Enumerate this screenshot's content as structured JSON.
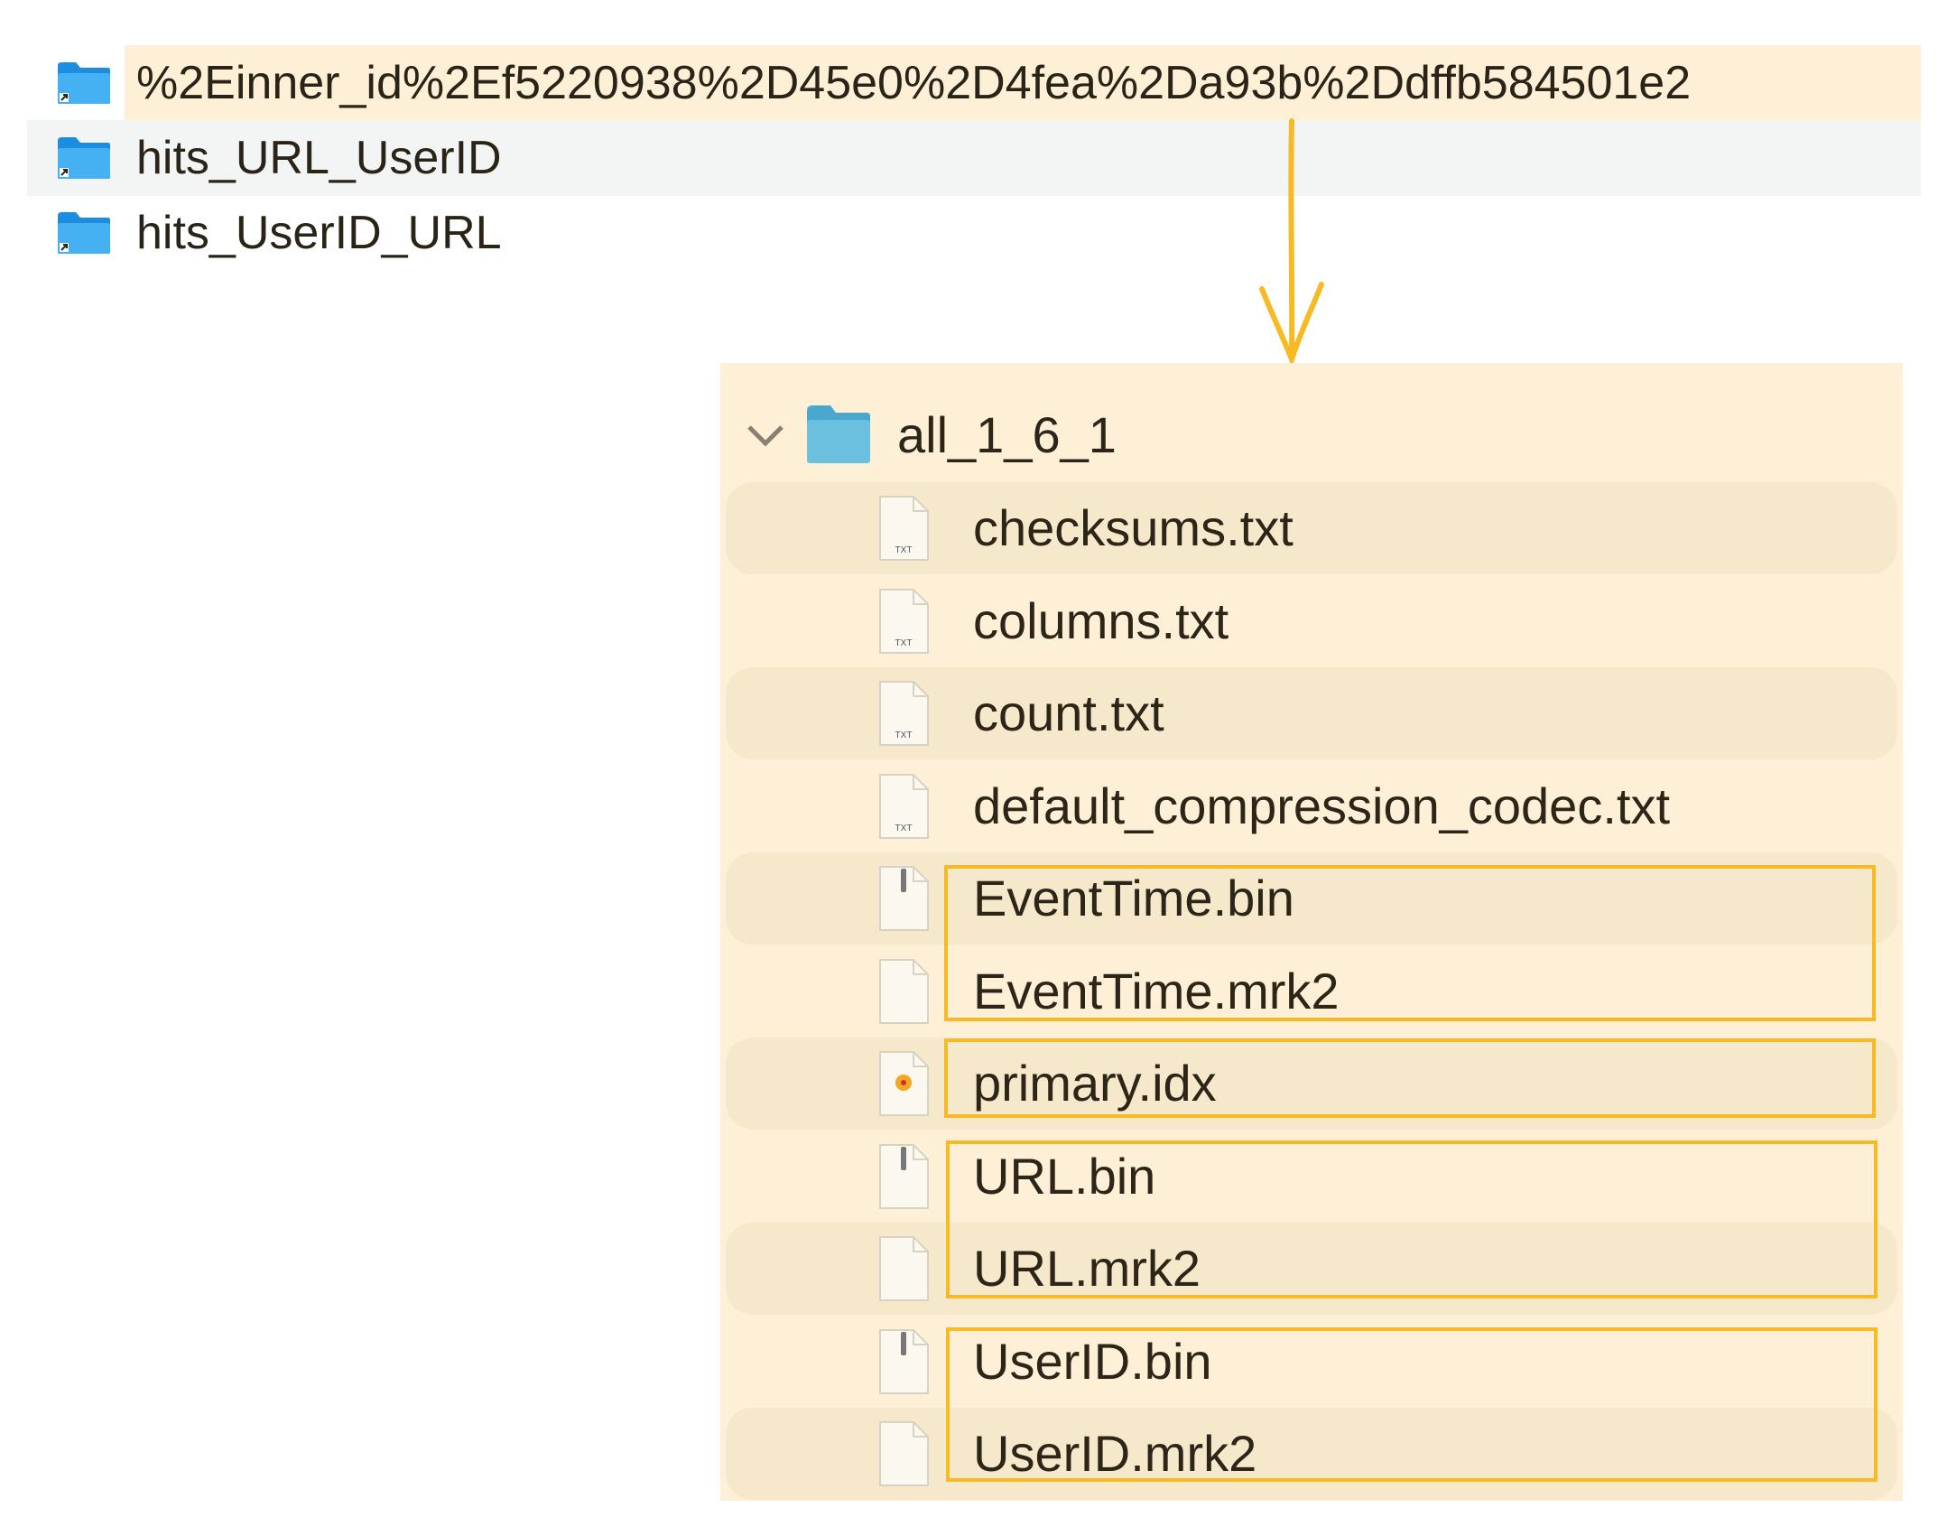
{
  "top_folders": [
    {
      "name": "%2Einner_id%2Ef5220938%2D45e0%2D4fea%2Da93b%2Ddffb584501e2",
      "icon": "folder-alias-icon",
      "highlight": "#fdf0d6"
    },
    {
      "name": "hits_URL_UserID",
      "icon": "folder-alias-icon",
      "highlight": "#f3f4f4"
    },
    {
      "name": "hits_UserID_URL",
      "icon": "folder-alias-icon"
    }
  ],
  "expanded_folder": {
    "name": "all_1_6_1",
    "icon": "folder-icon",
    "expanded": true
  },
  "files": [
    {
      "name": "checksums.txt",
      "icon": "txt-file-icon"
    },
    {
      "name": "columns.txt",
      "icon": "txt-file-icon"
    },
    {
      "name": "count.txt",
      "icon": "txt-file-icon"
    },
    {
      "name": "default_compression_codec.txt",
      "icon": "txt-file-icon"
    },
    {
      "name": "EventTime.bin",
      "icon": "binary-file-icon"
    },
    {
      "name": "EventTime.mrk2",
      "icon": "blank-file-icon"
    },
    {
      "name": "primary.idx",
      "icon": "index-file-icon"
    },
    {
      "name": "URL.bin",
      "icon": "binary-file-icon"
    },
    {
      "name": "URL.mrk2",
      "icon": "blank-file-icon"
    },
    {
      "name": "UserID.bin",
      "icon": "binary-file-icon"
    },
    {
      "name": "UserID.mrk2",
      "icon": "blank-file-icon"
    }
  ],
  "colors": {
    "accent": "#f7b924",
    "panel": "#fdf0d6",
    "folder": "#3aa3ea"
  }
}
